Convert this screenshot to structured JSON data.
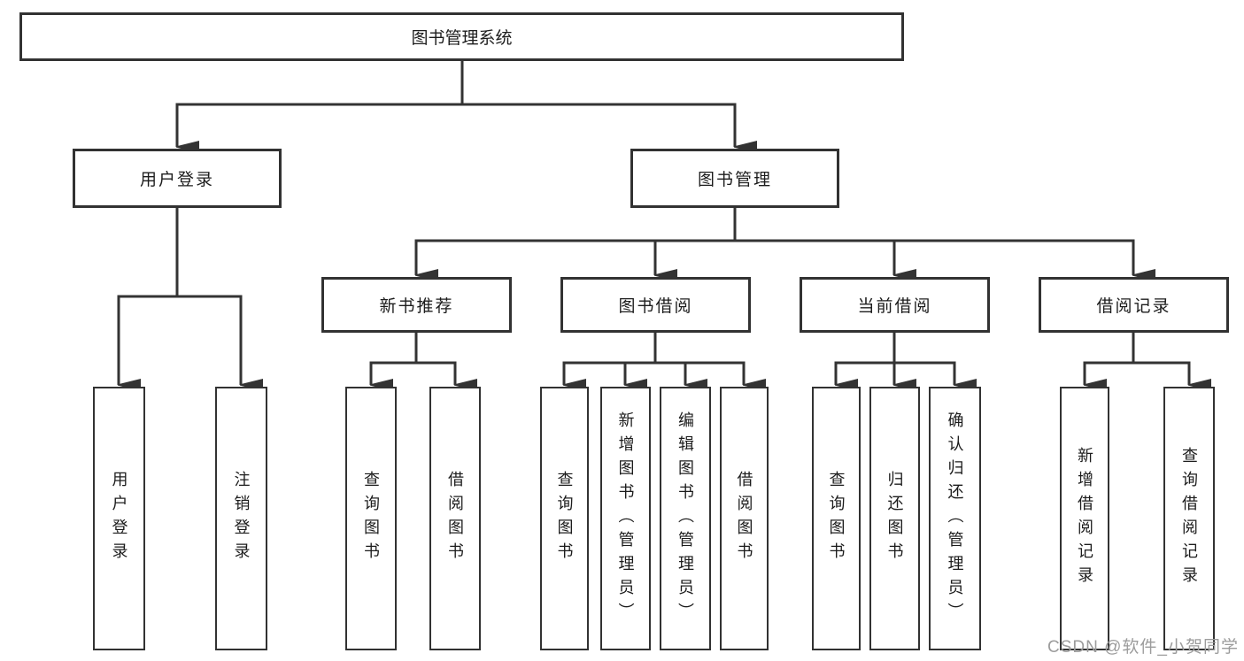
{
  "diagram_title": "图书管理系统",
  "colors": {
    "line": "#333333",
    "box_border": "#323232",
    "text": "#1c1c1c",
    "watermark": "#9c9c9c",
    "background": "#ffffff"
  },
  "nodes": {
    "root": {
      "label": "图书管理系统"
    },
    "l2": [
      {
        "label": "用户登录"
      },
      {
        "label": "图书管理"
      }
    ],
    "l3": [
      {
        "label": "新书推荐"
      },
      {
        "label": "图书借阅"
      },
      {
        "label": "当前借阅"
      },
      {
        "label": "借阅记录"
      }
    ],
    "l4": [
      {
        "label": "用户登录"
      },
      {
        "label": "注销登录"
      },
      {
        "label": "查询图书"
      },
      {
        "label": "借阅图书"
      },
      {
        "label": "查询图书"
      },
      {
        "label": "新增图书（管理员）"
      },
      {
        "label": "编辑图书（管理员）"
      },
      {
        "label": "借阅图书"
      },
      {
        "label": "查询图书"
      },
      {
        "label": "归还图书"
      },
      {
        "label": "确认归还（管理员）"
      },
      {
        "label": "新增借阅记录"
      },
      {
        "label": "查询借阅记录"
      }
    ]
  },
  "watermark": {
    "text": "CSDN @软件_小贺同学"
  }
}
